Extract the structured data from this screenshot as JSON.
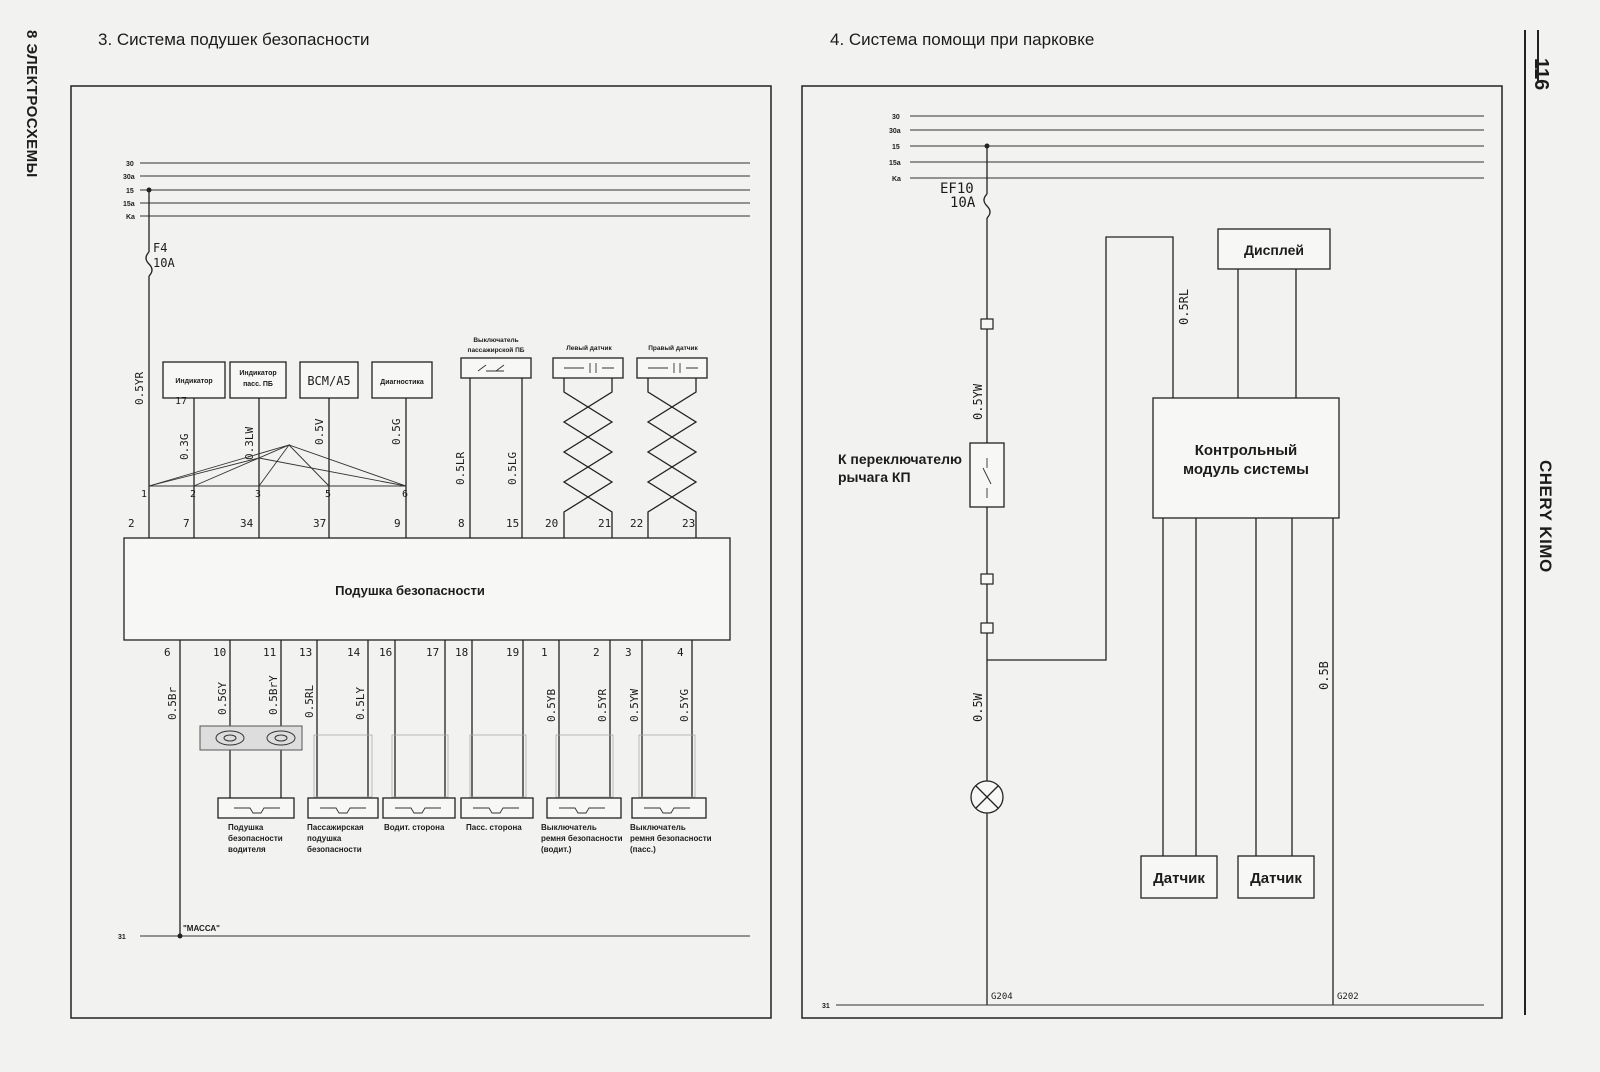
{
  "page": {
    "chapter": "8 ЭЛЕКТРОСХЕМЫ",
    "page_number": "116",
    "brand": "CHERY KIMO"
  },
  "airbag": {
    "title": "3. Система подушек безопасности",
    "buses": [
      "30",
      "30a",
      "15",
      "15a",
      "Ka"
    ],
    "fuse": {
      "name": "F4",
      "rating": "10A"
    },
    "feed_wire": "0.5YR",
    "modules": {
      "indicator": "Индикатор",
      "pass_indicator_1": "Индикатор",
      "pass_indicator_2": "пасс. ПБ",
      "bcm": "BCM/A5",
      "diagnostics": "Диагностика",
      "pass_switch_1": "Выключатель",
      "pass_switch_2": "пассажирской ПБ",
      "left_sensor": "Левый датчик",
      "right_sensor": "Правый датчик"
    },
    "upper_wires": [
      "0.3G",
      "0.3LW",
      "0.5V",
      "0.5G",
      "0.5LR",
      "0.5LG"
    ],
    "junction_pins": [
      "1",
      "2",
      "3",
      "5",
      "6"
    ],
    "upper_pins": [
      "2",
      "7",
      "34",
      "37",
      "9",
      "8",
      "15",
      "20",
      "21",
      "22",
      "23"
    ],
    "connector_pin": "17",
    "main_unit": "Подушка безопасности",
    "lower_pins": [
      "6",
      "10",
      "11",
      "13",
      "14",
      "16",
      "17",
      "18",
      "19",
      "1",
      "2",
      "3",
      "4"
    ],
    "lower_wires": [
      "0.5Br",
      "0.5GY",
      "0.5BrY",
      "0.5RL",
      "0.5LY",
      "0.5YB",
      "0.5YR",
      "0.5YW",
      "0.5YG"
    ],
    "bottom_labels": {
      "driver": [
        "Подушка",
        "безопасности",
        "водителя"
      ],
      "passenger": [
        "Пассажирская",
        "подушка",
        "безопасности"
      ],
      "driver_side": [
        "Водит. сторона"
      ],
      "pass_side": [
        "Пасс. сторона"
      ],
      "belt_driver": [
        "Выключатель",
        "ремня безопасности",
        "(водит.)"
      ],
      "belt_pass": [
        "Выключатель",
        "ремня безопасности",
        "(пасс.)"
      ]
    },
    "ground": {
      "bus": "31",
      "label": "\"МАССА\""
    }
  },
  "parking": {
    "title": "4. Система помощи при парковке",
    "buses": [
      "30",
      "30a",
      "15",
      "15a",
      "Ka"
    ],
    "fuse": {
      "name": "EF10",
      "rating": "10A"
    },
    "wires": [
      "0.5YW",
      "0.5W",
      "0.5RL",
      "0.5B"
    ],
    "switch_label": [
      "К переключателю",
      "рычага КП"
    ],
    "display": "Дисплей",
    "control_module": [
      "Контрольный",
      "модуль системы"
    ],
    "sensor_left": "Датчик",
    "sensor_right": "Датчик",
    "grounds": [
      "G204",
      "G202"
    ],
    "ground_bus": "31"
  }
}
